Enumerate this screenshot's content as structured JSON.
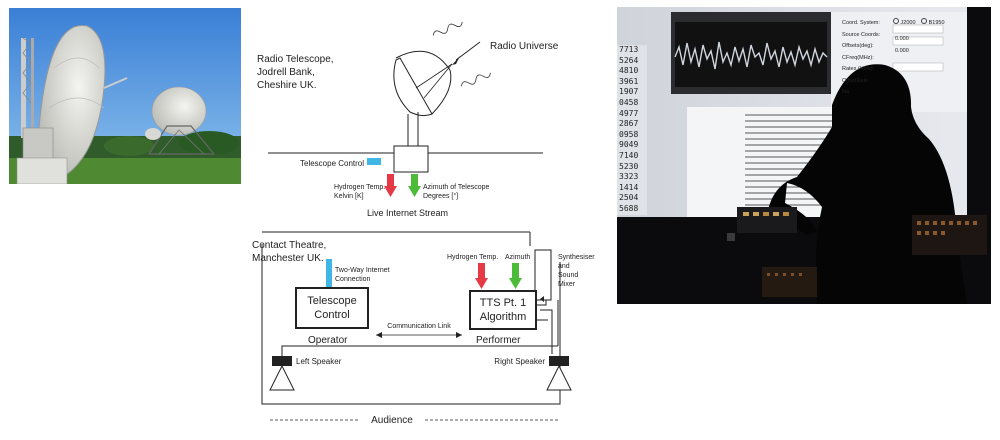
{
  "diagram": {
    "telescope_location": [
      "Radio Telescope,",
      "Jodrell Bank,",
      "Cheshire UK."
    ],
    "radio_universe": "Radio Universe",
    "telescope_control_label": "Telescope Control",
    "hydrogen_temp_label": [
      "Hydrogen Temp.",
      "Kelvin [K]"
    ],
    "azimuth_label": [
      "Azimuth of Telescope",
      "Degrees [°]"
    ],
    "live_stream": "Live Internet Stream",
    "venue": [
      "Contact Theatre,",
      "Manchester UK."
    ],
    "two_way_connection": [
      "Two-Way Internet",
      "Connection"
    ],
    "telescope_control_box": [
      "Telescope",
      "Control"
    ],
    "hydrogen_temp_short": "Hydrogen Temp.",
    "azimuth_short": "Azimuth",
    "synth_mixer": [
      "Synthesiser",
      "and",
      "Sound",
      "Mixer"
    ],
    "algorithm_box": [
      "TTS Pt. 1",
      "Algorithm"
    ],
    "communication_link": "Communication Link",
    "operator": "Operator",
    "performer": "Performer",
    "left_speaker": "Left Speaker",
    "right_speaker": "Right Speaker",
    "audience": "Audience",
    "colors": {
      "cyan": "#3fb6e6",
      "red": "#e63946",
      "green": "#4cbb3a"
    }
  },
  "screen": {
    "numbers": [
      "7713",
      "5264",
      "4810",
      "3961",
      "1907",
      "0458",
      "4977",
      "2867",
      "0958",
      "9049",
      "7140",
      "5230",
      "3323",
      "1414",
      "2504",
      "5688"
    ],
    "settings": [
      "Coord. System:",
      "Source Coords:",
      "Offsets(deg):",
      "CFreq(MHz):",
      "Rates (Hz/s):",
      "OffsetRate",
      "Na"
    ],
    "radio_options": [
      "J2000",
      "B1950"
    ],
    "fields": [
      "0.000",
      "0.000"
    ]
  }
}
